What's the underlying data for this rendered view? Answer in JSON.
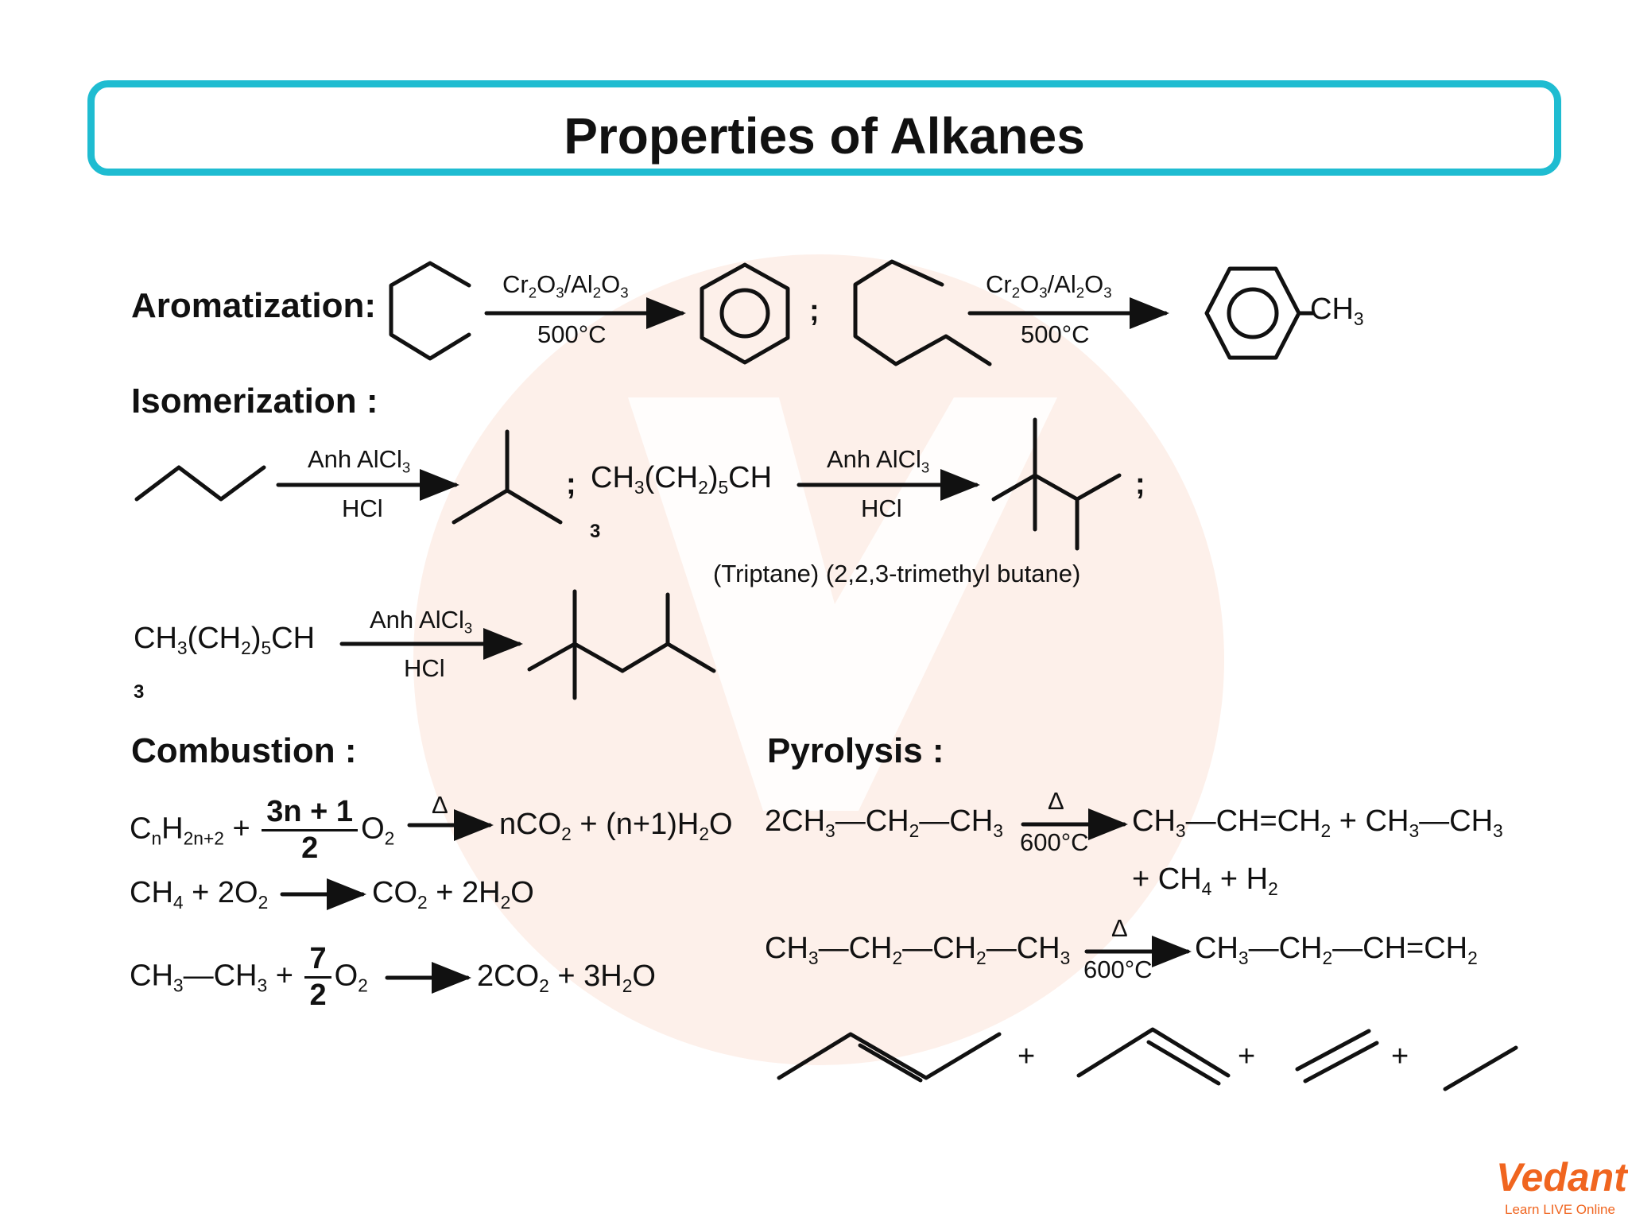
{
  "title": "Properties of Alkanes",
  "sections": {
    "aromatization": "Aromatization:",
    "isomerization": "Isomerization :",
    "combustion": "Combustion :",
    "pyrolysis": "Pyrolysis :"
  },
  "aromatization": {
    "catalyst": "Cr2O3/Al2O3",
    "temp": "500°C",
    "sep": ";",
    "methyl": "CH3"
  },
  "isomerization": {
    "reagent_top": "Anh AlCl3",
    "reagent_bottom": "HCl",
    "heptane": "CH3(CH2)5CH3",
    "sep": ";",
    "triptane_label": "(Triptane) (2,2,3-trimethyl butane)"
  },
  "combustion": {
    "general_lhs": "CnH2n+2 + (3n + 1)/2 O2",
    "general_fraction_num": "3n + 1",
    "general_fraction_den": "2",
    "delta": "Δ",
    "general_rhs": "nCO2 + (n+1)H2O",
    "methane_lhs": "CH4 + 2O2",
    "methane_rhs": "CO2 + 2H2O",
    "ethane_lhs": "CH3—CH3 + 7/2 O2",
    "ethane_fraction_num": "7",
    "ethane_fraction_den": "2",
    "ethane_rhs": "2CO2 + 3H2O"
  },
  "pyrolysis": {
    "delta": "Δ",
    "temp": "600°C",
    "propane_lhs": "2CH3—CH2—CH3",
    "propane_rhs": "CH3—CH=CH2 + CH3—CH3",
    "propane_rhs2": "+ CH4 + H2",
    "butane_lhs": "CH3—CH2—CH2—CH3",
    "butane_rhs": "CH3—CH2—CH=CH2",
    "plus": "+"
  },
  "logo": {
    "name": "Vedantu",
    "tagline": "Learn LIVE Online"
  },
  "colors": {
    "title_border": "#1fbcd1",
    "logo": "#f0651f",
    "watermark": "#fdeee6"
  }
}
